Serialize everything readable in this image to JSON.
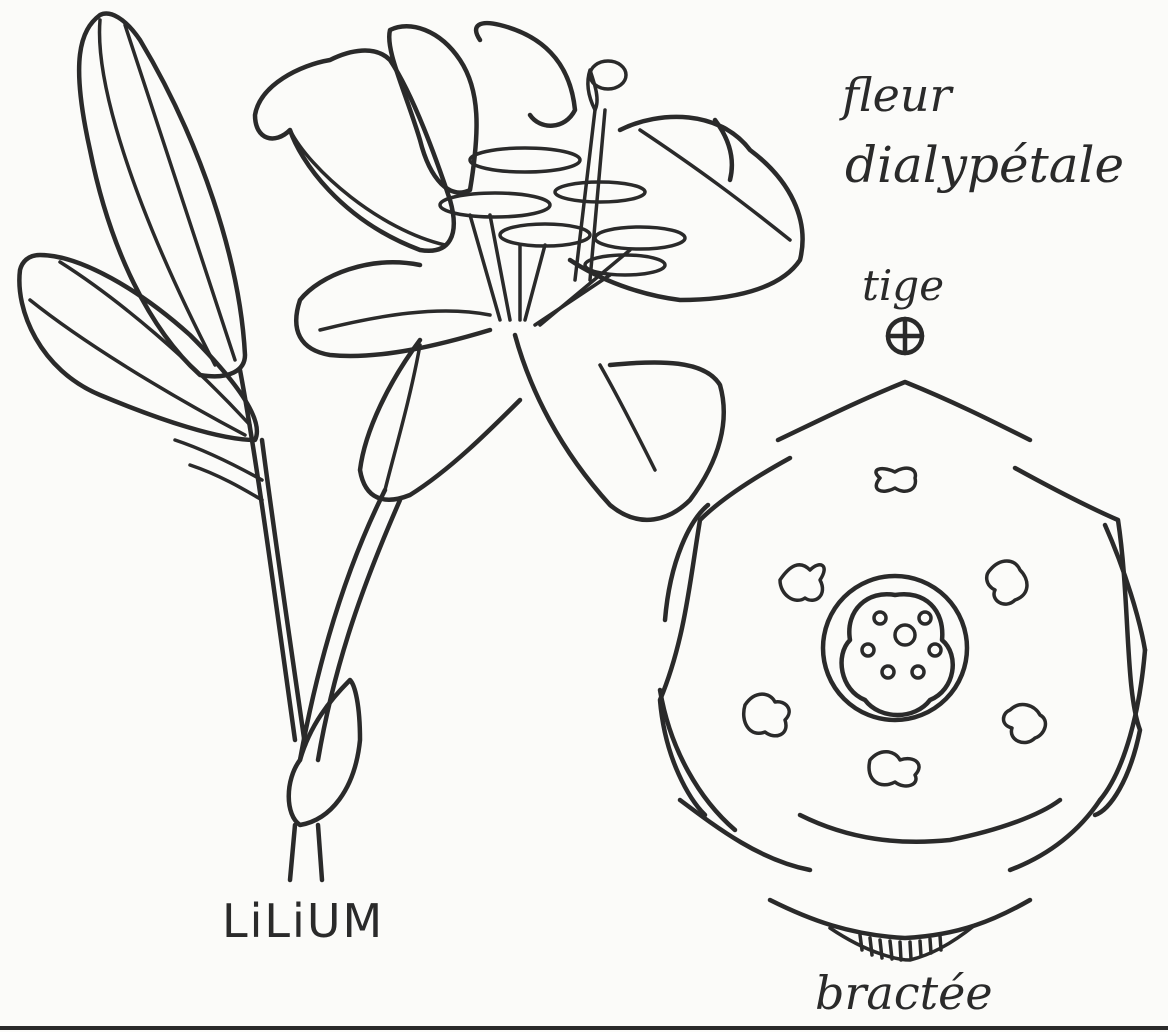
{
  "labels": {
    "genus": "LiLiUM",
    "flower_type_line1": "fleur",
    "flower_type_line2": "dialypétale",
    "stem": "tige",
    "bract": "bractée"
  },
  "colors": {
    "ink": "#2a2a2a",
    "paper": "#fbfbf9"
  },
  "diagram": {
    "stamens_count": 6,
    "ovary_locules": 3,
    "tepal_whorls": 2
  }
}
